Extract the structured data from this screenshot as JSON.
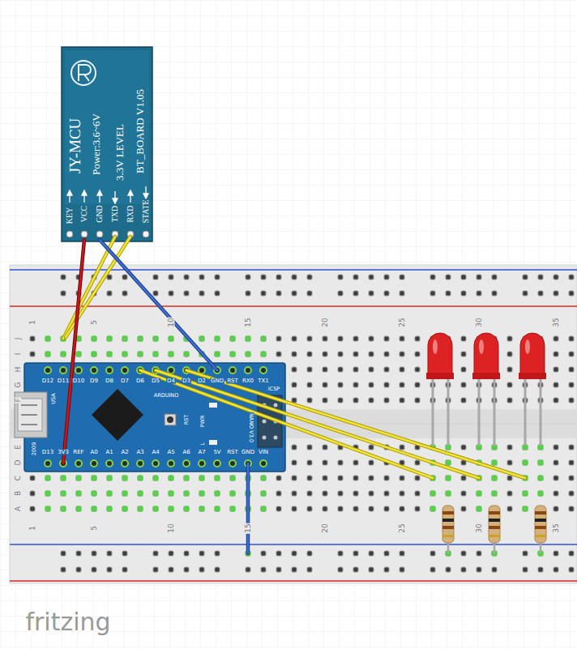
{
  "diagram": {
    "nodes": [
      {
        "text": [
          "JY-MCU",
          "Power:3.6~6V",
          "3.3V LEVEL",
          "BT_BOARD V1.05",
          "KEY",
          "VCC",
          "GND",
          "TXD",
          "RXD",
          "STATE"
        ]
      },
      {
        "text": [
          "D12",
          "D11",
          "D10",
          "D9",
          "D8",
          "D7",
          "D6",
          "D5",
          "D4",
          "D3",
          "D2",
          "GND",
          "RST",
          "RX0",
          "TX1",
          "D13",
          "3V3",
          "REF",
          "A0",
          "A1",
          "A2",
          "A3",
          "A4",
          "A5",
          "A6",
          "A7",
          "5V",
          "RST",
          "GND",
          "VIN",
          "ARDUINO",
          "RST",
          "PWR",
          "L",
          "ICSP",
          "USA",
          "2009",
          "NANO V3.0"
        ]
      }
    ],
    "edges": [
      {
        "from": 0,
        "to": 1,
        "arrow": "none"
      },
      {
        "from": 0,
        "to": 1,
        "arrow": "none"
      }
    ],
    "labels": [
      "1",
      "5",
      "10",
      "15",
      "20",
      "25",
      "30",
      "35",
      "J",
      "I",
      "H",
      "G",
      "F",
      "E",
      "D",
      "C",
      "B",
      "A",
      "1",
      "5",
      "10",
      "15",
      "20",
      "25",
      "30",
      "35",
      "fritzing"
    ]
  }
}
